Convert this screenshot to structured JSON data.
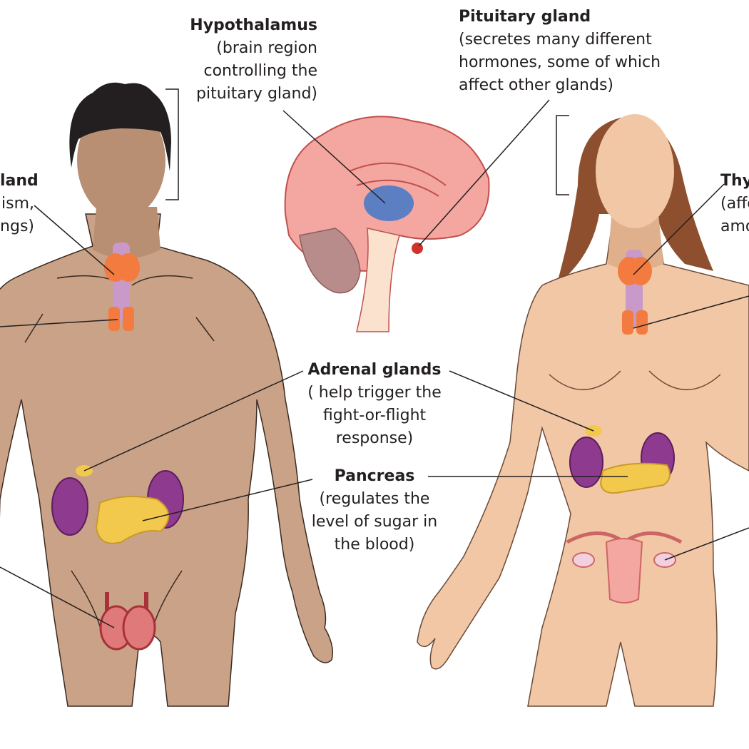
{
  "labels": {
    "hypothalamus": {
      "title": "Hypothalamus",
      "lines": [
        "(brain region",
        "controlling the",
        "pituitary gland)"
      ]
    },
    "pituitary": {
      "title": "Pituitary gland",
      "lines": [
        "(secretes many different",
        "hormones, some of which",
        "affect other glands)"
      ]
    },
    "left_gland": {
      "title": "land",
      "lines": [
        "ism,",
        "ngs)"
      ]
    },
    "right_thyroid": {
      "title": "Thy",
      "lines": [
        "(affe",
        "amo"
      ]
    },
    "adrenal": {
      "title": "Adrenal glands",
      "lines": [
        "( help trigger the",
        "fight-or-flight",
        "response)"
      ]
    },
    "pancreas": {
      "title": "Pancreas",
      "lines": [
        "(regulates the",
        "level of sugar in",
        "the blood)"
      ]
    }
  },
  "colors": {
    "male_skin": "#c9a287",
    "male_skin_shadow": "#b98f73",
    "male_hair": "#231f20",
    "female_skin": "#f1c7a5",
    "female_skin_shadow": "#e0b08d",
    "female_hair": "#8d4f2d",
    "kidney": "#8e3a8f",
    "pancreas": "#f2c94c",
    "thyroid": "#f37b3f",
    "trachea": "#c99ac9",
    "brain": "#f4a6a0",
    "leader": "#231f20"
  }
}
